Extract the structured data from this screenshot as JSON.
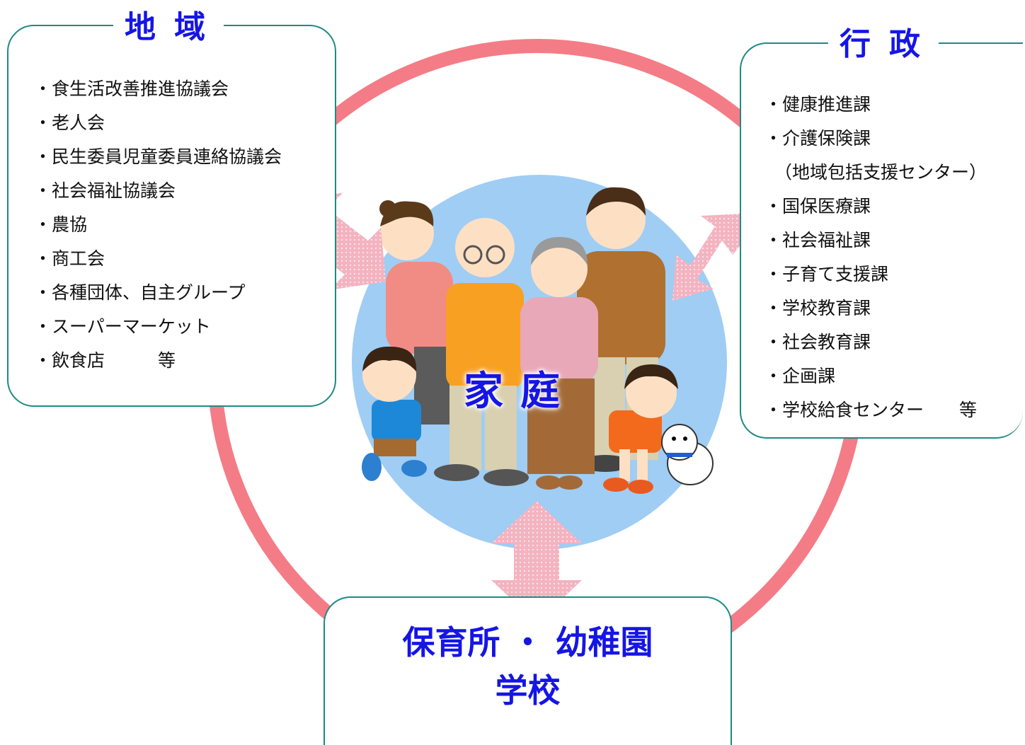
{
  "colors": {
    "ring": "#f47c86",
    "box_border": "#1f8a84",
    "title_text": "#1515e6",
    "center_circle": "#9fcdf4",
    "arrow_fill": "#f6b8c4"
  },
  "region": {
    "title": "地域",
    "items": [
      "・食生活改善推進協議会",
      "・老人会",
      "・民生委員児童委員連絡協議会",
      "・社会福祉協議会",
      "・農協",
      "・商工会",
      "・各種団体、自主グループ",
      "・スーパーマーケット",
      "・飲食店　　　等"
    ]
  },
  "government": {
    "title": "行政",
    "items": [
      "・健康推進課",
      "・介護保険課",
      "（地域包括支援センター）",
      "・国保医療課",
      "・社会福祉課",
      "・子育て支援課",
      "・学校教育課",
      "・社会教育課",
      "・企画課",
      "・学校給食センター　　等"
    ]
  },
  "center": {
    "label": "家庭",
    "illustration": "family-illustration"
  },
  "schools": {
    "line1": "保育所 ・ 幼稚園",
    "line2": "学校"
  }
}
